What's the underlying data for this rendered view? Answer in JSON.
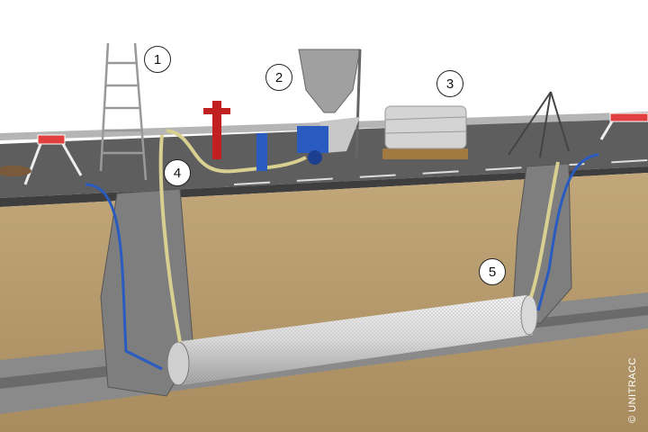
{
  "callouts": [
    "1",
    "2",
    "3",
    "4",
    "5"
  ],
  "copyright": "© UNITRACC",
  "colors": {
    "soil": "#b59a6c",
    "road": "#6e6e6e",
    "concrete": "#8c8c8c",
    "hose_blue": "#2a5bc0",
    "liner": "#e8e8e8",
    "hydrant_red": "#c02020"
  }
}
